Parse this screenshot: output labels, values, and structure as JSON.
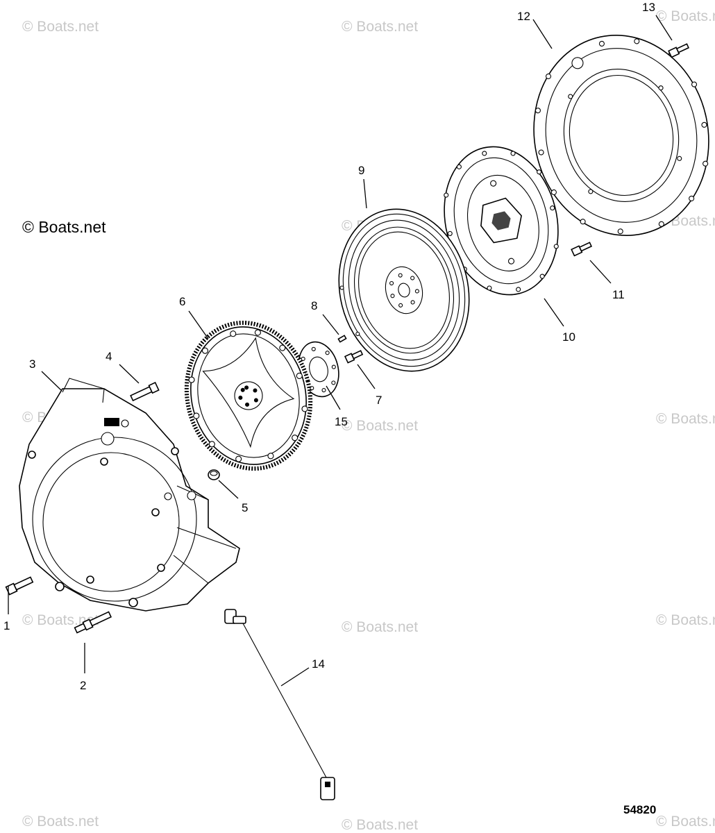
{
  "figure": {
    "reference_code": "54820",
    "watermark_main": "© Boats.net",
    "watermark_faint": "© Boats.net"
  },
  "callouts": [
    {
      "id": "1",
      "label": "1"
    },
    {
      "id": "2",
      "label": "2"
    },
    {
      "id": "3",
      "label": "3"
    },
    {
      "id": "4",
      "label": "4"
    },
    {
      "id": "5",
      "label": "5"
    },
    {
      "id": "6",
      "label": "6"
    },
    {
      "id": "7",
      "label": "7"
    },
    {
      "id": "8",
      "label": "8"
    },
    {
      "id": "9",
      "label": "9"
    },
    {
      "id": "10",
      "label": "10"
    },
    {
      "id": "11",
      "label": "11"
    },
    {
      "id": "12",
      "label": "12"
    },
    {
      "id": "13",
      "label": "13"
    },
    {
      "id": "14",
      "label": "14"
    },
    {
      "id": "15",
      "label": "15"
    }
  ]
}
